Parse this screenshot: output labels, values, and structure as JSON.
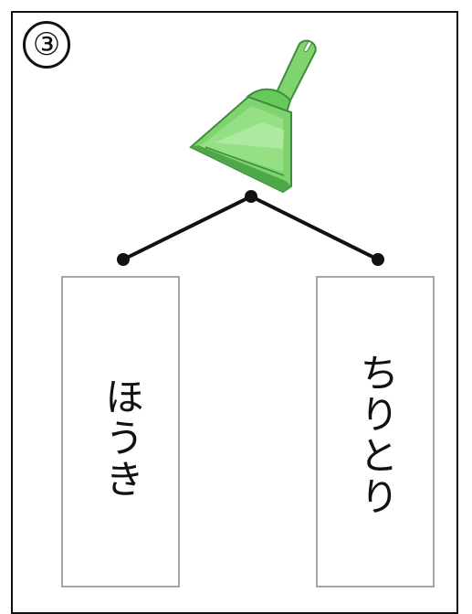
{
  "question": {
    "number": "③"
  },
  "illustration": {
    "icon": "dustpan-icon",
    "colors": {
      "body": "#7fd46f",
      "dark": "#4ea849",
      "light": "#b6ecaa",
      "outline": "#3f8d3c"
    }
  },
  "choices": [
    {
      "label": "ほうき"
    },
    {
      "label": "ちりとり"
    }
  ],
  "colors": {
    "frame": "#111111",
    "card_border": "#a5a5a5",
    "line": "#111111"
  }
}
